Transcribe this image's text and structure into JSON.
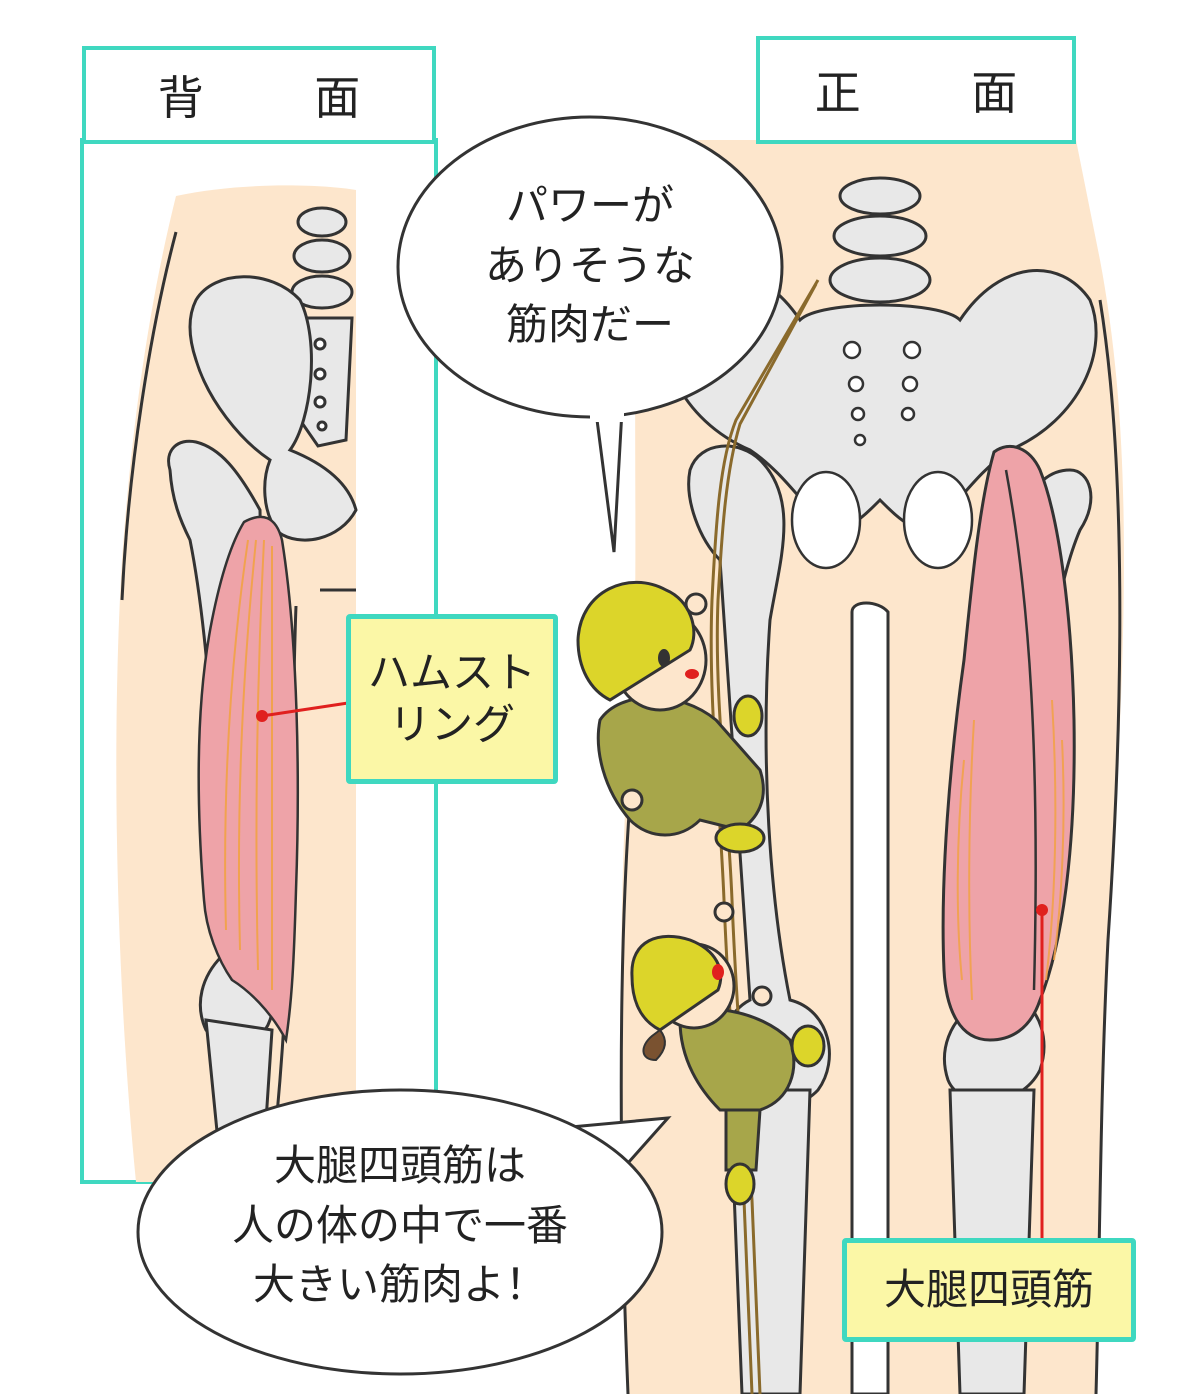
{
  "panels": {
    "back": {
      "title": "背 面"
    },
    "front": {
      "title": "正 面"
    }
  },
  "labels": {
    "hamstring": "ハムストリング",
    "quadriceps": "大腿四頭筋"
  },
  "bubbles": {
    "top": "パワーが\nありそうな\n筋肉だー",
    "bottom": "大腿四頭筋は\n人の体の中で一番\n大きい筋肉よ！"
  },
  "colors": {
    "skin": "#fde6cc",
    "bone": "#e8e8e8",
    "muscle": "#eea3a8",
    "hamstring_fiber": "#f2a24a",
    "accent": "#3fd8c0",
    "label_bg": "#fbf7a6",
    "pointer": "#e0201e",
    "helmet": "#dcd52a",
    "uniform": "#a7a64a"
  }
}
